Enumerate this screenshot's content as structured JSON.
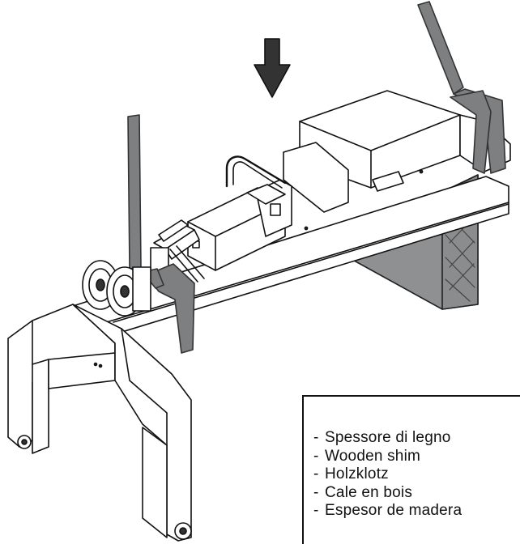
{
  "labels": {
    "items": [
      "Spessore di legno",
      "Wooden shim",
      "Holzklotz",
      "Cale en bois",
      "Espesor de madera"
    ]
  },
  "colors": {
    "strap": "#7d7f80",
    "shim": "#8e9092",
    "outline": "#111111",
    "body": "#ffffff"
  },
  "icons": {
    "arrow": "down-arrow-icon"
  }
}
